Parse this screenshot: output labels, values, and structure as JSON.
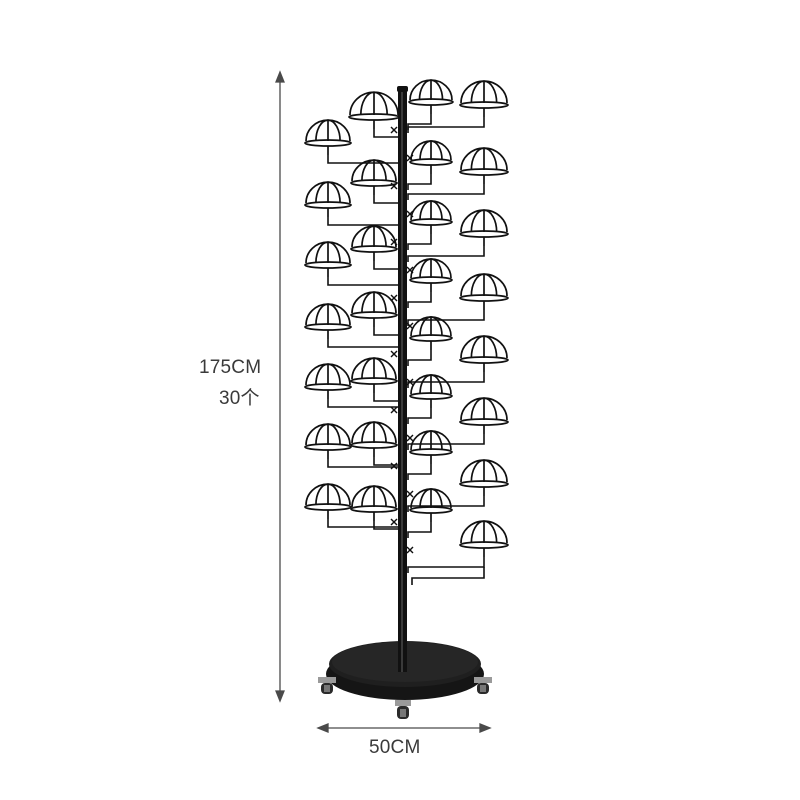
{
  "dimensions": {
    "height": "175CM",
    "count": "30个",
    "width": "50CM"
  },
  "colors": {
    "metal": "#111111",
    "dimension_line": "#4a4a4a",
    "text": "#3a3a3a",
    "background": "#ffffff"
  }
}
